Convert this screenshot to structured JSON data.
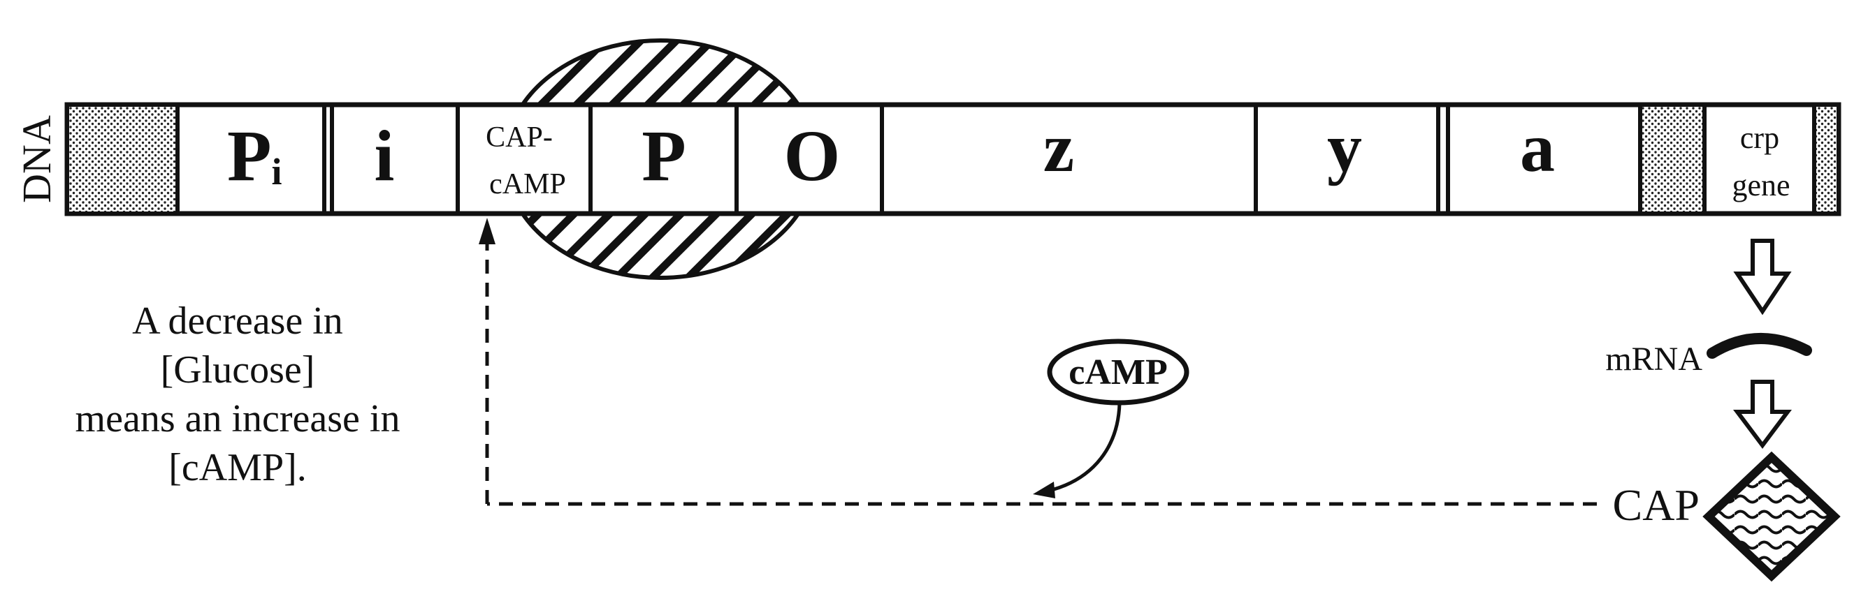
{
  "dna_label": "DNA",
  "segments": {
    "pi_main": "P",
    "pi_sub": "i",
    "i": "i",
    "cap_site_line1": "CAP-",
    "cap_site_line2": "cAMP",
    "p": "P",
    "o": "O",
    "z": "z",
    "y": "y",
    "a": "a",
    "crp_line1": "crp",
    "crp_line2": "gene"
  },
  "caption_lines": [
    "A decrease in",
    "[Glucose]",
    "means an increase in",
    "[cAMP]."
  ],
  "camp_label": "cAMP",
  "mrna_label": "mRNA",
  "cap_label": "CAP",
  "colors": {
    "ink": "#111111",
    "background": "#ffffff"
  }
}
